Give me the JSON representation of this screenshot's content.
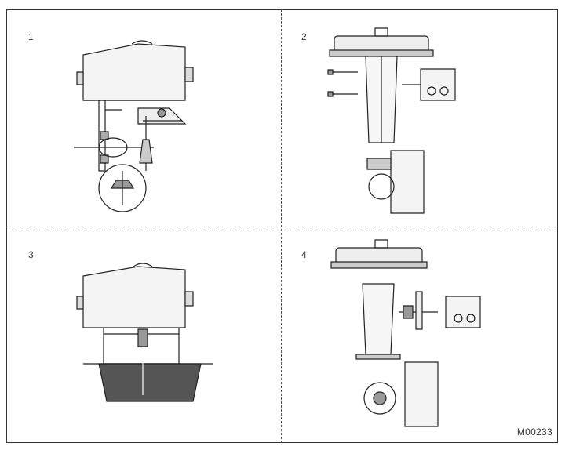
{
  "panels": [
    {
      "number": "1"
    },
    {
      "number": "2"
    },
    {
      "number": "3"
    },
    {
      "number": "4"
    }
  ],
  "drawing_code": "M00233"
}
